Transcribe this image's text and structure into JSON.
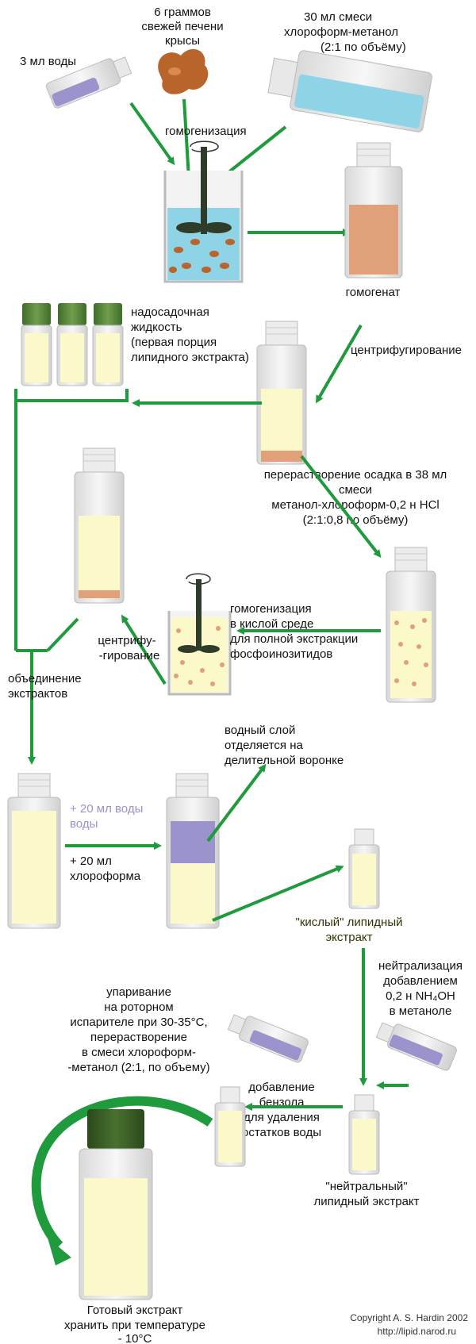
{
  "labels": {
    "water_3ml": "3 мл воды",
    "liver_l1": "6 граммов",
    "liver_l2": "свежей печени",
    "liver_l3": "крысы",
    "chcl_l1": "30 мл смеси",
    "chcl_l2": "хлороформ-метанол",
    "chcl_l3": "(2:1 по объёму)",
    "homog1": "гомогенизация",
    "homogenate": "гомогенат",
    "super_l1": "надосадочная",
    "super_l2": "жидкость",
    "super_l3": "(первая порция",
    "super_l4": "липидного экстракта)",
    "centrif1": "центрифугирование",
    "redis_l1": "перерастворение осадка в 38 мл",
    "redis_l2": "смеси",
    "redis_l3": "метанол-хлороформ-0,2 н HCl",
    "redis_l4": "(2:1:0,8 по объёму)",
    "homog2_l1": "гомогенизация",
    "homog2_l2": "в кислой среде",
    "homog2_l3": "для полной экстракции",
    "homog2_l4": "фосфоинозитидов",
    "centrif2_l1": "центрифу-",
    "centrif2_l2": "-гирование",
    "combine_l1": "объединение",
    "combine_l2": "экстрактов",
    "aq_l1": "водный слой",
    "aq_l2": "отделяется на",
    "aq_l3": "делительной воронке",
    "add_water_l1": "+ 20 мл воды",
    "add_water_l2": "воды",
    "add_chcl_l1": "+ 20 мл",
    "add_chcl_l2": "хлороформа",
    "acid_l1": "\"кислый\" липидный",
    "acid_l2": "экстракт",
    "neut_l1": "нейтрализация",
    "neut_l2": "добавлением",
    "neut_l3": "0,2 н NH₄OH",
    "neut_l4": "в метаноле",
    "evap_l1": "упаривание",
    "evap_l2": "на роторном",
    "evap_l3": "испарителе при 30-35°С,",
    "evap_l4": "перерастворение",
    "evap_l5": "в смеси хлороформ-",
    "evap_l6": "-метанол (2:1, по объему)",
    "benz_l1": "добавление",
    "benz_l2": "бензола",
    "benz_l3": "для удаления",
    "benz_l4": "остатков воды",
    "neutral_l1": "\"нейтральный\"",
    "neutral_l2": "липидный экстракт",
    "final_l1": "Готовый экстракт",
    "final_l2": "хранить при температуре",
    "final_l3": "- 10°С",
    "copyright_l1": "Copyright A. S. Hardin 2002",
    "copyright_l2": "http://lipid.narod.ru"
  },
  "colors": {
    "arrow": "#1f9a3c",
    "water": "#9a93cc",
    "solvent": "#8fd3e6",
    "liver": "#b8642a",
    "homogenate": "#e0a07a",
    "lipid_extract": "#fbf8c9",
    "vial_cap": "#5a8a3c",
    "final_cap": "#3a5a25",
    "aqueous_layer": "#9a93cc"
  }
}
